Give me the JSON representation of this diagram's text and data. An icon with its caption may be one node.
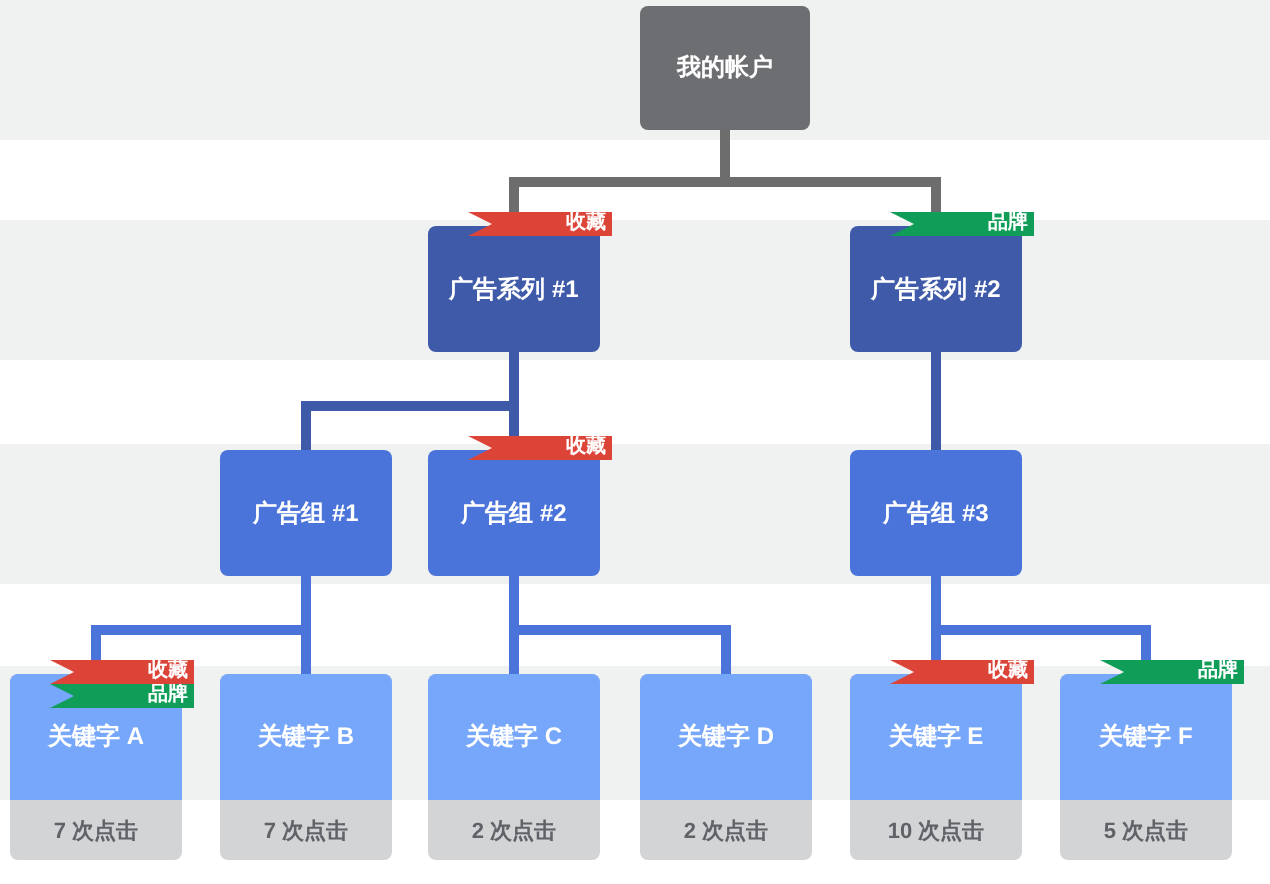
{
  "diagram": {
    "nodes": [
      {
        "text": [
          "我的帐户"
        ]
      },
      {
        "text": [
          "收藏",
          "广告系列 #1"
        ]
      },
      {
        "text": [
          "品牌",
          "广告系列 #2"
        ]
      },
      {
        "text": [
          "广告组 #1"
        ]
      },
      {
        "text": [
          "收藏",
          "广告组 #2"
        ]
      },
      {
        "text": [
          "广告组 #3"
        ]
      },
      {
        "text": [
          "收藏",
          "品牌",
          "关键字 A",
          "7 次点击"
        ]
      },
      {
        "text": [
          "关键字 B",
          "7 次点击"
        ]
      },
      {
        "text": [
          "关键字 C",
          "2 次点击"
        ]
      },
      {
        "text": [
          "关键字 D",
          "2 次点击"
        ]
      },
      {
        "text": [
          "收藏",
          "关键字 E",
          "10 次点击"
        ]
      },
      {
        "text": [
          "品牌",
          "关键字 F",
          "5 次点击"
        ]
      }
    ],
    "edges": [
      {
        "from": 0,
        "to": 1,
        "arrow": "none",
        "color": "#6d6d6d"
      },
      {
        "from": 0,
        "to": 2,
        "arrow": "none",
        "color": "#6d6d6d"
      },
      {
        "from": 1,
        "to": 3,
        "arrow": "none",
        "color": "#3e5aa8"
      },
      {
        "from": 1,
        "to": 4,
        "arrow": "none",
        "color": "#3e5aa8"
      },
      {
        "from": 2,
        "to": 5,
        "arrow": "none",
        "color": "#3e5aa8"
      },
      {
        "from": 3,
        "to": 6,
        "arrow": "none"
      },
      {
        "from": 3,
        "to": 7,
        "arrow": "none"
      },
      {
        "from": 4,
        "to": 8,
        "arrow": "none"
      },
      {
        "from": 4,
        "to": 9,
        "arrow": "none"
      },
      {
        "from": 5,
        "to": 10,
        "arrow": "none"
      },
      {
        "from": 5,
        "to": 11,
        "arrow": "none"
      }
    ]
  }
}
